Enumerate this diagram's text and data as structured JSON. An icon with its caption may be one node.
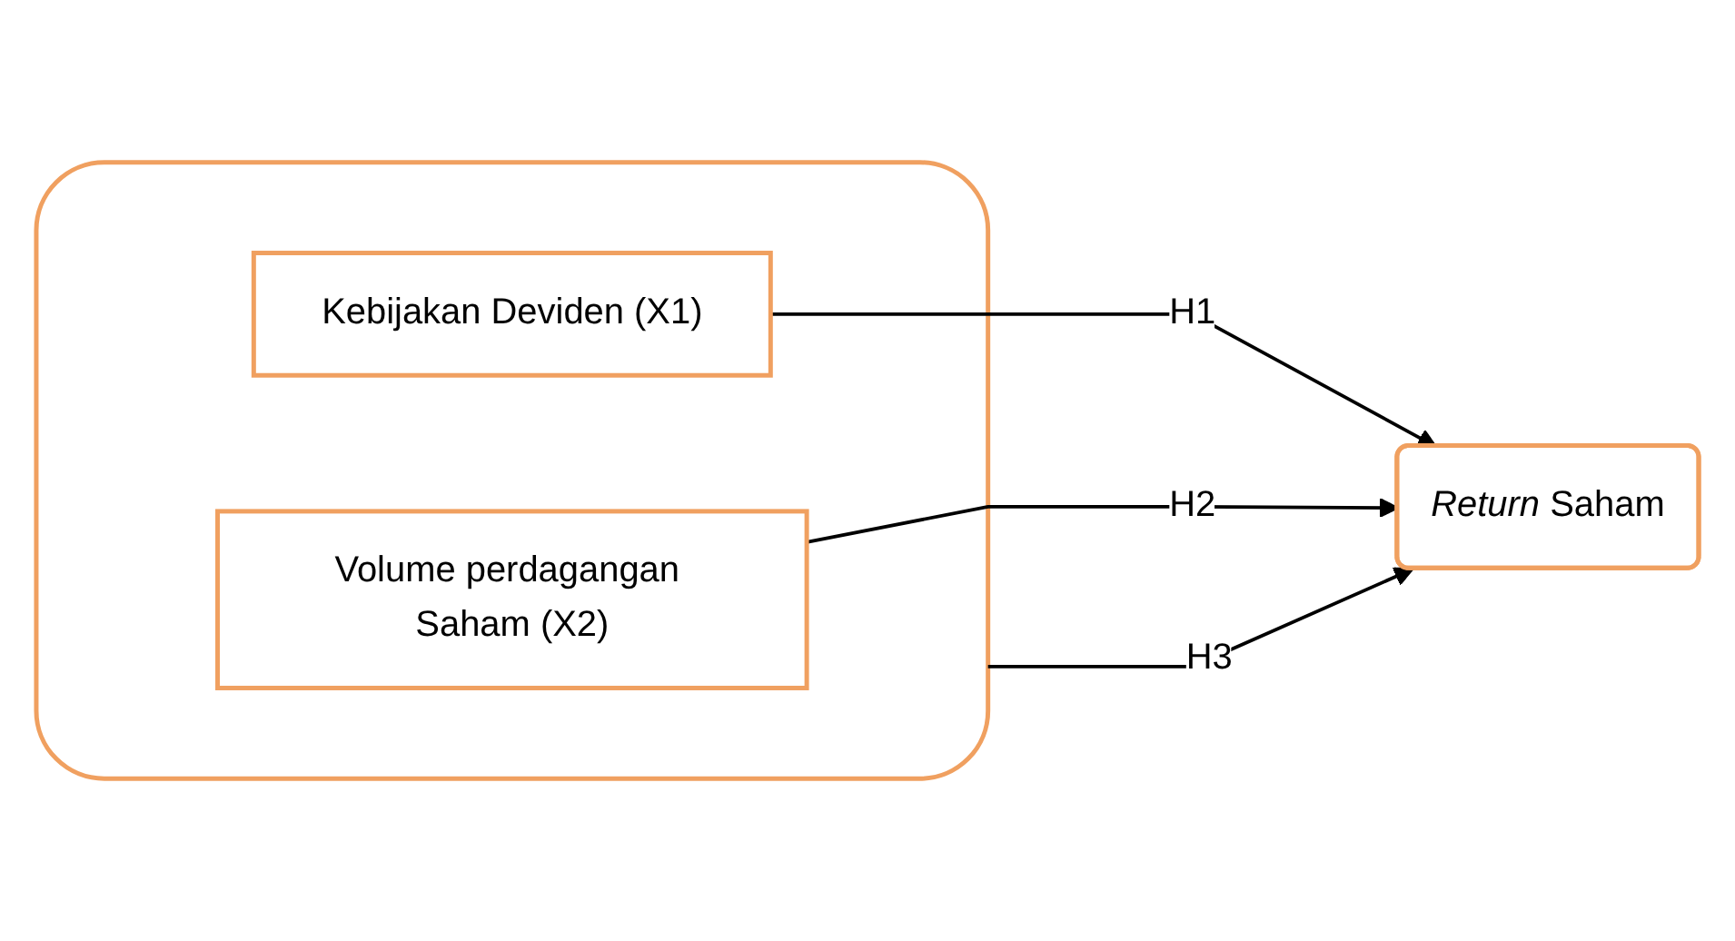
{
  "diagram": {
    "nodes": [
      {
        "text": [],
        "shape": "box"
      },
      {
        "text": [
          "Kebijakan Deviden (X1)"
        ],
        "in": 0
      },
      {
        "text": [
          "Volume perdagangan Saham (X2)"
        ],
        "in": 0
      },
      {
        "text": [
          "*Return* Saham"
        ]
      }
    ],
    "edges": [
      {
        "from": 1,
        "to": 3,
        "arrow": "to",
        "label": "H1"
      },
      {
        "from": 2,
        "to": 3,
        "arrow": "to",
        "label": "H2"
      },
      {
        "from": 0,
        "to": 3,
        "arrow": "to",
        "label": "H3"
      }
    ]
  }
}
